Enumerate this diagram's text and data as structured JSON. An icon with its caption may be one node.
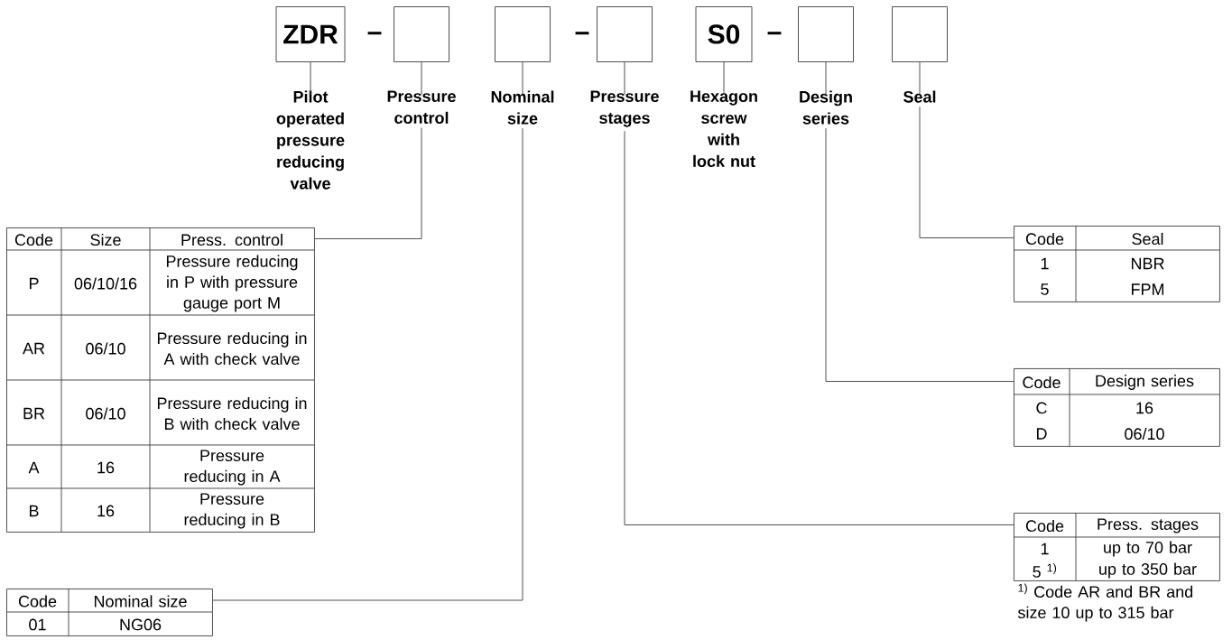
{
  "diagram": {
    "nodes": [
      {
        "text": [
          "ZDR"
        ]
      },
      {
        "text": [],
        "shape": "box"
      },
      {
        "text": [],
        "shape": "box"
      },
      {
        "text": [],
        "shape": "box"
      },
      {
        "text": [
          "S0"
        ]
      },
      {
        "text": [],
        "shape": "box"
      },
      {
        "text": [],
        "shape": "box"
      },
      {
        "text": [
          "Pilot operated pressure reducing valve"
        ]
      },
      {
        "text": [
          "Pressure control"
        ]
      },
      {
        "text": [
          "Nominal size"
        ]
      },
      {
        "text": [
          "Pressure stages"
        ]
      },
      {
        "text": [
          "Hexagon screw with lock nut"
        ]
      },
      {
        "text": [
          "Design series"
        ]
      },
      {
        "text": [
          "Seal"
        ]
      },
      {
        "text": [
          "Code",
          "Size",
          "Press. control",
          "P",
          "06/10/16",
          "Pressure reducing in P with pressure gauge port M",
          "AR",
          "06/10",
          "Pressure reducing in A with check valve",
          "BR",
          "06/10",
          "Pressure reducing in B with check valve",
          "A",
          "16",
          "Pressure reducing in A",
          "B",
          "16",
          "Pressure reducing in B"
        ]
      },
      {
        "text": [
          "Code",
          "Nominal size",
          "01",
          "NG06"
        ]
      },
      {
        "text": [
          "Code",
          "Seal",
          "1",
          "NBR",
          "5",
          "FPM"
        ]
      },
      {
        "text": [
          "Code",
          "Design series",
          "C",
          "16",
          "D",
          "06/10"
        ]
      },
      {
        "text": [
          "Code",
          "Press. stages",
          "1",
          "up to 70 bar",
          "5 $^{1)}$",
          "up to 350 bar"
        ]
      }
    ],
    "edges": [
      {
        "from": 0,
        "to": 7,
        "arrow": "none"
      },
      {
        "from": 1,
        "to": 8,
        "arrow": "none"
      },
      {
        "from": 2,
        "to": 9,
        "arrow": "none"
      },
      {
        "from": 3,
        "to": 10,
        "arrow": "none"
      },
      {
        "from": 4,
        "to": 11,
        "arrow": "none"
      },
      {
        "from": 5,
        "to": 12,
        "arrow": "none"
      },
      {
        "from": 6,
        "to": 13,
        "arrow": "none"
      },
      {
        "from": 8,
        "to": 14,
        "arrow": "none"
      },
      {
        "from": 9,
        "to": 15,
        "arrow": "none"
      },
      {
        "from": 10,
        "to": 18,
        "arrow": "none"
      },
      {
        "from": 12,
        "to": 17,
        "arrow": "none"
      },
      {
        "from": 13,
        "to": 16,
        "arrow": "none"
      }
    ],
    "labels": [
      "–",
      "–",
      "–",
      "$^{1)}$ Code AR and BR and size 10 up to 315 bar"
    ]
  }
}
